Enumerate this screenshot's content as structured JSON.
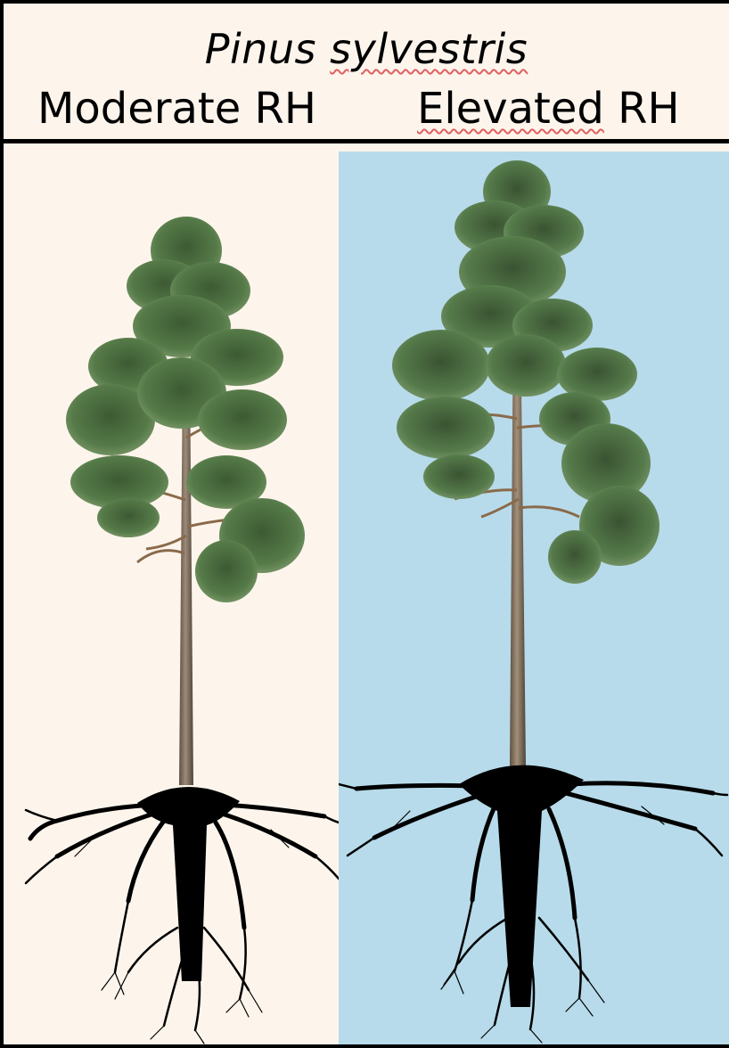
{
  "figure": {
    "title_parts": [
      "Pinus ",
      "sylvestris"
    ],
    "columns": [
      {
        "label": "Moderate RH",
        "background": "#fdf5ec"
      },
      {
        "label_parts": [
          "Elevated",
          " RH"
        ],
        "background": "#b7dbea"
      }
    ],
    "illustration": {
      "foliage_color": "#4a6b3f",
      "trunk_color": "#7a6a5a",
      "root_color": "#000000"
    }
  }
}
